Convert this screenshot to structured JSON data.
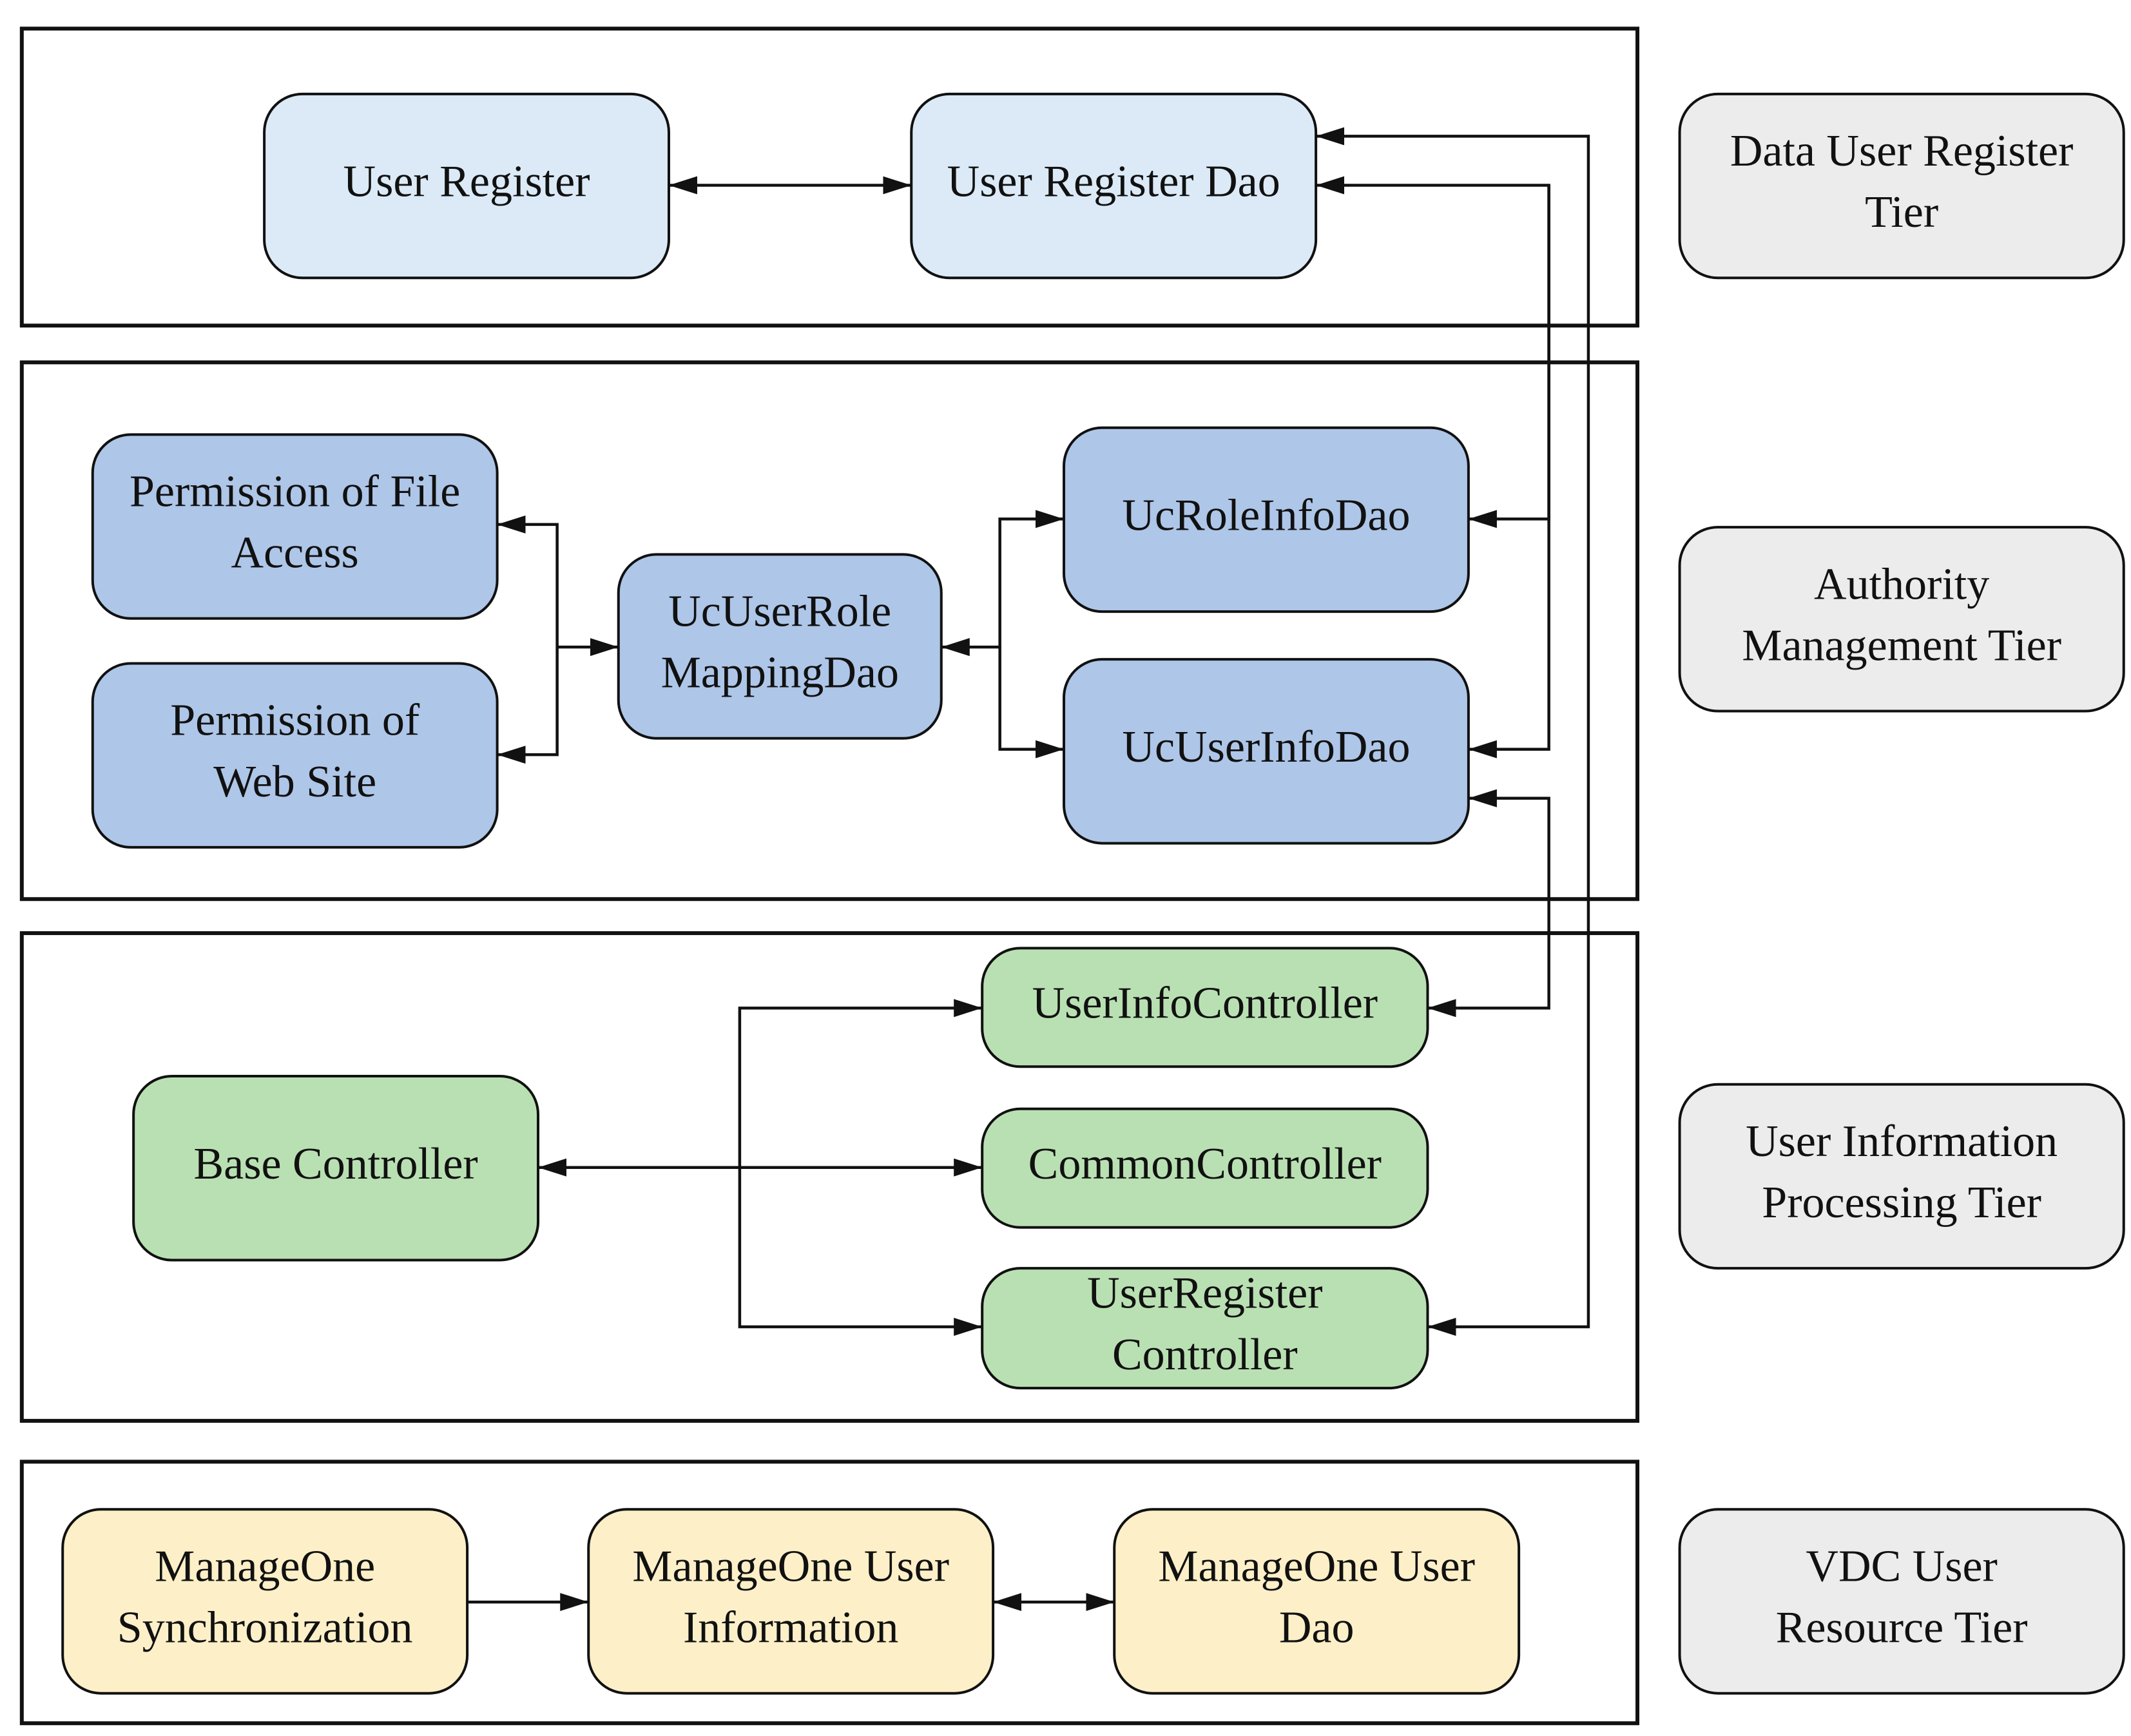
{
  "colors": {
    "data_user_register": "#dbeaf6",
    "authority": "#aec6e8",
    "user_info": "#b9e0b2",
    "vdc": "#fdf0c8",
    "tier_label": "#ececec",
    "line": "#111111"
  },
  "tiers": [
    {
      "id": "data-user-register",
      "label": [
        "Data User Register",
        "Tier"
      ]
    },
    {
      "id": "authority-management",
      "label": [
        "Authority",
        "Management Tier"
      ]
    },
    {
      "id": "user-information-processing",
      "label": [
        "User Information",
        "Processing Tier"
      ]
    },
    {
      "id": "vdc-user-resource",
      "label": [
        "VDC User",
        "Resource Tier"
      ]
    }
  ],
  "nodes": {
    "user_register": [
      "User Register"
    ],
    "user_register_dao": [
      "User Register Dao"
    ],
    "permission_file_access": [
      "Permission of File",
      "Access"
    ],
    "permission_web_site": [
      "Permission of",
      "Web Site"
    ],
    "uc_user_role_mapping_dao": [
      "UcUserRole",
      "MappingDao"
    ],
    "uc_role_info_dao": [
      "UcRoleInfoDao"
    ],
    "uc_user_info_dao": [
      "UcUserInfoDao"
    ],
    "user_info_controller": [
      "UserInfoController"
    ],
    "base_controller": [
      "Base Controller"
    ],
    "common_controller": [
      "CommonController"
    ],
    "user_register_controller": [
      "UserRegister",
      "Controller"
    ],
    "manageone_sync": [
      "ManageOne",
      "Synchronization"
    ],
    "manageone_user_info": [
      "ManageOne User",
      "Information"
    ],
    "manageone_user_dao": [
      "ManageOne User",
      "Dao"
    ]
  }
}
